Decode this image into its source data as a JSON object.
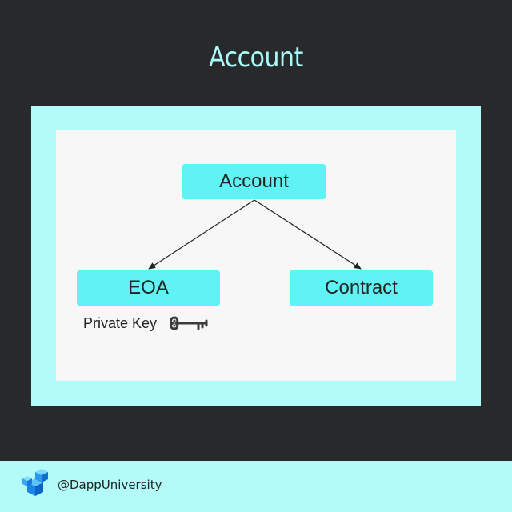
{
  "title": "Account",
  "diagram": {
    "root": "Account",
    "left": "EOA",
    "right": "Contract",
    "left_note": "Private Key",
    "key_icon": "key-icon"
  },
  "footer": {
    "logo_icon": "cube-logo-icon",
    "handle": "@DappUniversity"
  },
  "colors": {
    "background": "#27292b",
    "title": "#aafafa",
    "frame": "#b3fbf8",
    "panel": "#f7f7f7",
    "node": "#5ff3f5",
    "arrow": "#222222"
  }
}
